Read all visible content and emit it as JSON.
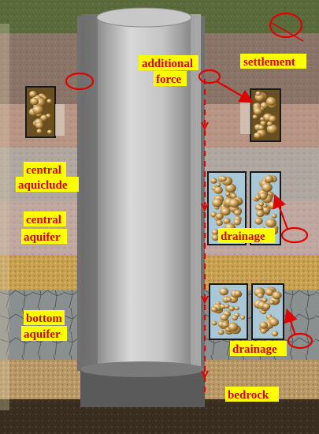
{
  "labels": {
    "settlement": "settlement",
    "additional_force_line1": "additional",
    "additional_force_line2": "force",
    "central_aquiclude_line1": "central",
    "central_aquiclude_line2": "aquiclude",
    "central_aquifer_line1": "central",
    "central_aquifer_line2": "aquifer",
    "drainage_upper": "drainage",
    "bottom_aquifer_line1": "bottom",
    "bottom_aquifer_line2": "aquifer",
    "drainage_lower": "drainage",
    "bedrock": "bedrock"
  },
  "colors": {
    "label_text": "#d40000",
    "label_highlight": "#ffff00",
    "annotation_red": "#e00000",
    "shaft_gray": "#b8b8b8",
    "aquifer_sand": "#c8a050",
    "aquiclude_pink": "#c0a8a0",
    "bedrock_brown": "#3a2e20",
    "surface_green": "#5a6a3a"
  }
}
